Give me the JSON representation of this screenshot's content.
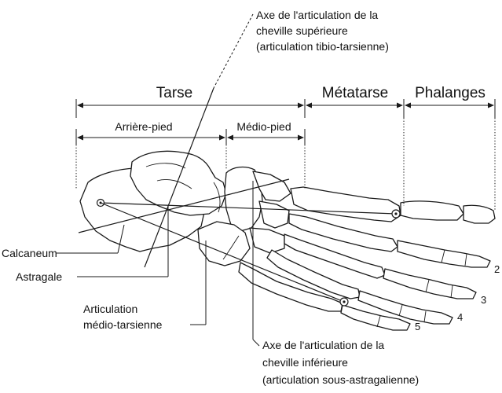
{
  "regions": {
    "tarse": "Tarse",
    "metatarse": "Métatarse",
    "phalanges": "Phalanges",
    "arriere_pied": "Arrière-pied",
    "medio_pied": "Médio-pied"
  },
  "axis_superior": {
    "line1": "Axe de l'articulation de la",
    "line2": "cheville supérieure",
    "line3": "(articulation tibio-tarsienne)"
  },
  "axis_inferior": {
    "line1": "Axe de l'articulation de la",
    "line2": "cheville inférieure",
    "line3": "(articulation sous-astragalienne)"
  },
  "bones": {
    "calcaneum": "Calcaneum",
    "astragale": "Astragale"
  },
  "joint": {
    "line1": "Articulation",
    "line2": "médio-tarsienne"
  },
  "toe_numbers": [
    "2",
    "3",
    "4",
    "5"
  ]
}
